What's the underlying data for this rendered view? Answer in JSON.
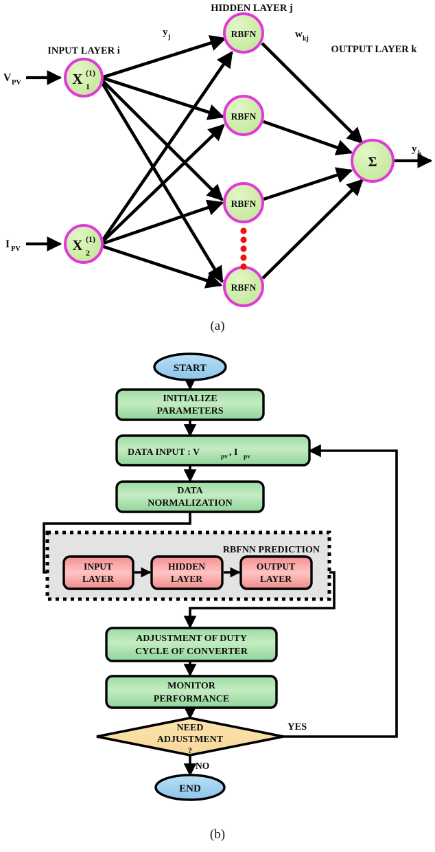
{
  "figure": {
    "caption_a": "(a)",
    "caption_b": "(b)"
  },
  "network": {
    "title_input": "INPUT LAYER i",
    "title_hidden": "HIDDEN LAYER j",
    "title_output": "OUTPUT LAYER k",
    "edge_label_yj": "y",
    "edge_label_yj_sub": "j",
    "edge_label_wkj": "w",
    "edge_label_wkj_sub": "kj",
    "output_label": "y",
    "output_label_sub": "k",
    "inputs": [
      {
        "signal": "V",
        "signal_sub": "PV",
        "node": "X",
        "node_sup": "(1)",
        "node_sub": "1"
      },
      {
        "signal": "I",
        "signal_sub": "PV",
        "node": "X",
        "node_sup": "(1)",
        "node_sub": "2"
      }
    ],
    "hidden_nodes": [
      {
        "label": "RBFN"
      },
      {
        "label": "RBFN"
      },
      {
        "label": "RBFN"
      },
      {
        "label": "RBFN"
      }
    ],
    "ellipsis_dots": 5,
    "output_node": {
      "label": "Σ"
    },
    "colors": {
      "node_fill": "#cdeba6",
      "node_stroke": "#e238d8",
      "edge": "#000000",
      "dots": "#f01010"
    }
  },
  "flowchart": {
    "start": "START",
    "end": "END",
    "steps": [
      {
        "line1": "INITIALIZE",
        "line2": "PARAMETERS"
      },
      {
        "line1": "DATA INPUT : V",
        "sub1": "pv",
        "mid": ", I",
        "sub2": "pv"
      },
      {
        "line1": "DATA",
        "line2": "NORMALIZATION"
      },
      {
        "line1": "ADJUSTMENT OF DUTY",
        "line2": "CYCLE OF CONVERTER"
      },
      {
        "line1": "MONITOR",
        "line2": "PERFORMANCE"
      }
    ],
    "group": {
      "title": "RBFNN PREDICTION",
      "boxes": [
        {
          "line1": "INPUT",
          "line2": "LAYER"
        },
        {
          "line1": "HIDDEN",
          "line2": "LAYER"
        },
        {
          "line1": "OUTPUT",
          "line2": "LAYER"
        }
      ]
    },
    "decision": {
      "line1": "NEED",
      "line2": "ADJUSTMENT",
      "line3": "?"
    },
    "branch_yes": "YES",
    "branch_no": "NO",
    "colors": {
      "terminal_fill": "#a9d5f0",
      "process_fill": "#a9e0ae",
      "nn_fill": "#f6a3a3",
      "decision_fill": "#fadfa6",
      "group_fill": "#e3e3e3",
      "stroke": "#000000"
    }
  }
}
